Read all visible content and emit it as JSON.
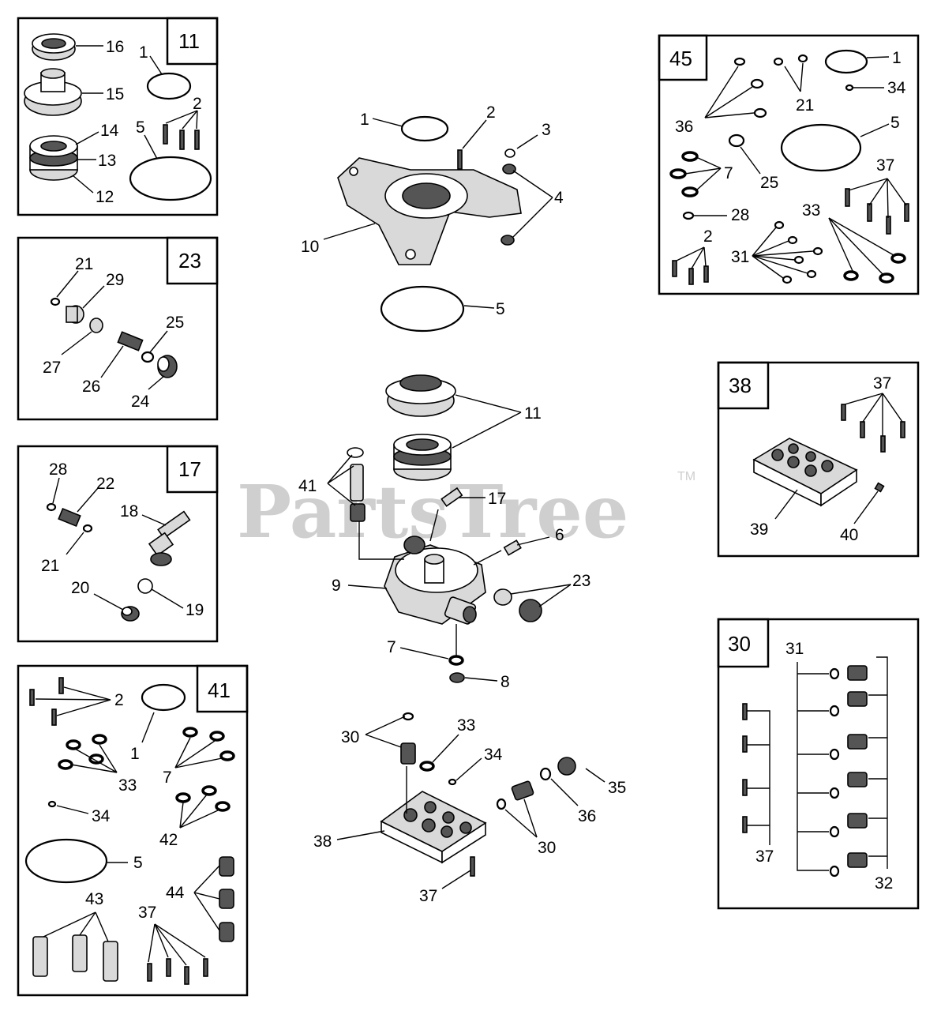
{
  "watermark": {
    "brand": "PartsTree",
    "tm": "TM"
  },
  "kits": {
    "k11": {
      "number": "11",
      "callouts": [
        "16",
        "1",
        "15",
        "2",
        "14",
        "5",
        "13",
        "12"
      ]
    },
    "k23": {
      "number": "23",
      "callouts": [
        "21",
        "29",
        "25",
        "27",
        "26",
        "24"
      ]
    },
    "k17": {
      "number": "17",
      "callouts": [
        "28",
        "22",
        "18",
        "21",
        "20",
        "19"
      ]
    },
    "k41": {
      "number": "41",
      "callouts": [
        "2",
        "1",
        "33",
        "7",
        "34",
        "42",
        "5",
        "44",
        "43",
        "37"
      ]
    },
    "k45": {
      "number": "45",
      "callouts": [
        "1",
        "21",
        "34",
        "36",
        "5",
        "7",
        "25",
        "37",
        "28",
        "33",
        "2",
        "31"
      ]
    },
    "k38": {
      "number": "38",
      "callouts": [
        "37",
        "39",
        "40"
      ]
    },
    "k30": {
      "number": "30",
      "callouts": [
        "31",
        "37",
        "32"
      ]
    }
  },
  "main": {
    "callouts": [
      "1",
      "2",
      "3",
      "4",
      "10",
      "5",
      "11",
      "41",
      "17",
      "6",
      "9",
      "23",
      "7",
      "8",
      "30",
      "33",
      "34",
      "35",
      "38",
      "36",
      "30",
      "37"
    ]
  }
}
